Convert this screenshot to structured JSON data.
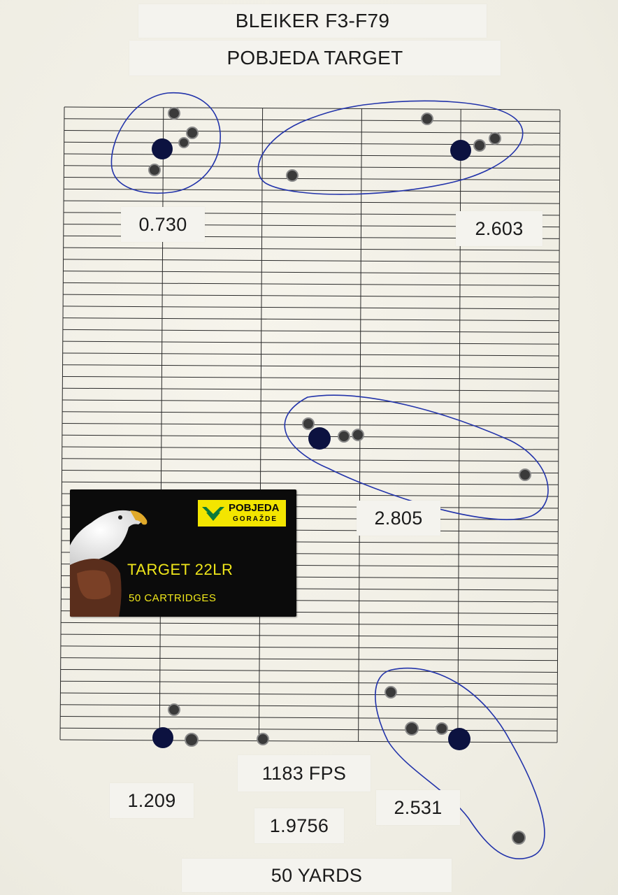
{
  "header": {
    "title_line1": "BLEIKER F3-F79",
    "title_line2": "POBJEDA TARGET"
  },
  "groups": {
    "top_left": "0.730",
    "top_right": "2.603",
    "middle": "2.805",
    "bottom_left": "1.209",
    "bottom_right": "2.531"
  },
  "stats": {
    "velocity": "1183 FPS",
    "average": "1.9756",
    "distance": "50 YARDS"
  },
  "ammo_box": {
    "brand": "POBJEDA",
    "brand_city": "GORAŽDE",
    "product": "TARGET  22LR",
    "count": "50 CARTRIDGES"
  },
  "colors": {
    "paper": "#f1efe6",
    "grid_line": "#2a2a2a",
    "ink": "#2233aa",
    "box_bg": "#0b0b0b",
    "box_text": "#efe61a",
    "brand_yellow": "#f3e500",
    "brand_green": "#0b7a3a"
  }
}
